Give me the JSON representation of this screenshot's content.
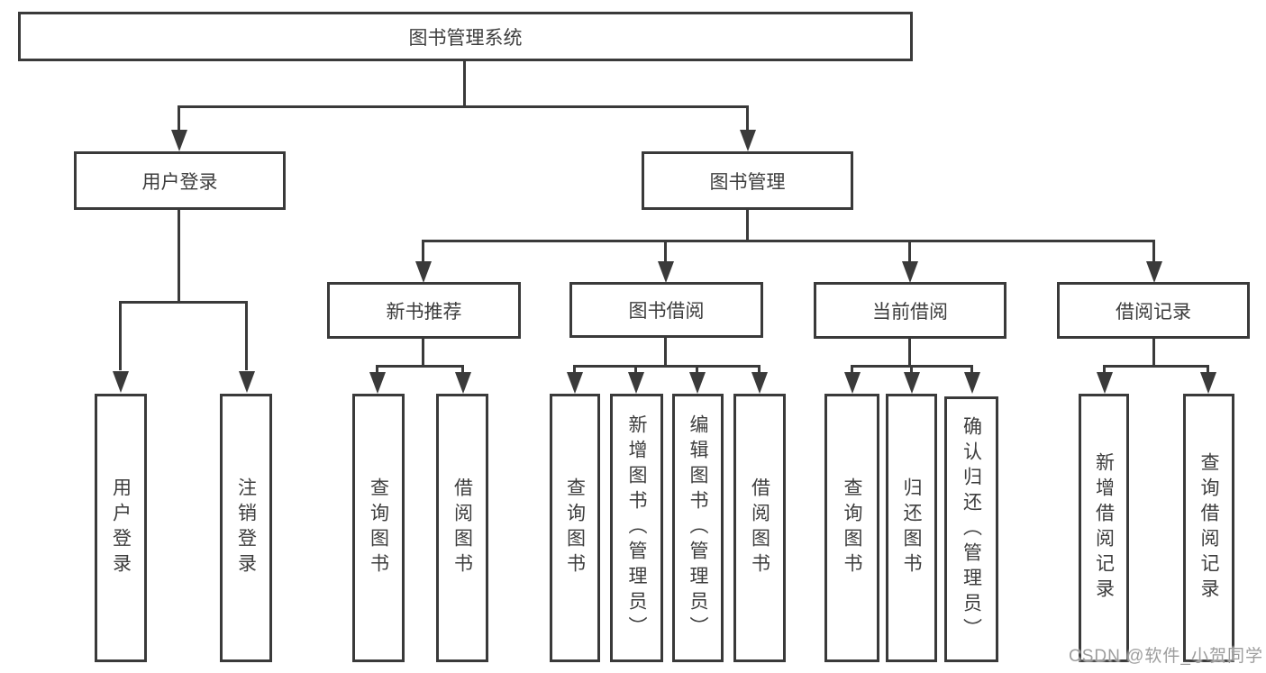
{
  "colors": {
    "line": "#3a3a3a",
    "box_border": "#3a3a3a",
    "text": "#3d3d3d",
    "watermark": "#9d9d9d",
    "background": "#ffffff"
  },
  "watermark": {
    "text": "CSDN @软件_小贺同学"
  },
  "tree": {
    "root": {
      "label": "图书管理系统"
    },
    "branches": [
      {
        "label": "用户登录",
        "children": [
          {
            "label": "用户登录"
          },
          {
            "label": "注销登录"
          }
        ]
      },
      {
        "label": "图书管理",
        "children": [
          {
            "label": "新书推荐",
            "children": [
              {
                "label": "查询图书"
              },
              {
                "label": "借阅图书"
              }
            ]
          },
          {
            "label": "图书借阅",
            "children": [
              {
                "label": "查询图书"
              },
              {
                "label": "新增图书（管理员）"
              },
              {
                "label": "编辑图书（管理员）"
              },
              {
                "label": "借阅图书"
              }
            ]
          },
          {
            "label": "当前借阅",
            "children": [
              {
                "label": "查询图书"
              },
              {
                "label": "归还图书"
              },
              {
                "label": "确认归还（管理员）"
              }
            ]
          },
          {
            "label": "借阅记录",
            "children": [
              {
                "label": "新增借阅记录"
              },
              {
                "label": "查询借阅记录"
              }
            ]
          }
        ]
      }
    ]
  }
}
